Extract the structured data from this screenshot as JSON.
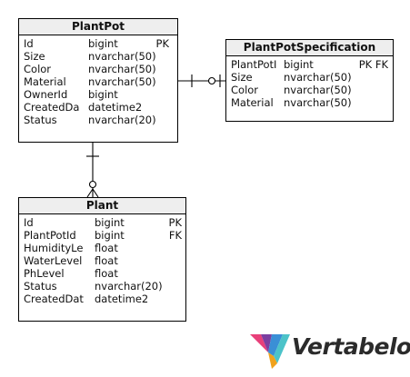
{
  "entities": {
    "plantpot": {
      "title": "PlantPot",
      "columns": [
        {
          "name": "Id",
          "type": "bigint",
          "key": "PK"
        },
        {
          "name": "Size",
          "type": "nvarchar(50)",
          "key": ""
        },
        {
          "name": "Color",
          "type": "nvarchar(50)",
          "key": ""
        },
        {
          "name": "Material",
          "type": "nvarchar(50)",
          "key": ""
        },
        {
          "name": "OwnerId",
          "type": "bigint",
          "key": ""
        },
        {
          "name": "CreatedDa",
          "type": "datetime2",
          "key": ""
        },
        {
          "name": "Status",
          "type": "nvarchar(20)",
          "key": ""
        }
      ]
    },
    "spec": {
      "title": "PlantPotSpecification",
      "columns": [
        {
          "name": "PlantPotI",
          "type": "bigint",
          "key": "PK FK"
        },
        {
          "name": "Size",
          "type": "nvarchar(50)",
          "key": ""
        },
        {
          "name": "Color",
          "type": "nvarchar(50)",
          "key": ""
        },
        {
          "name": "Material",
          "type": "nvarchar(50)",
          "key": ""
        }
      ]
    },
    "plant": {
      "title": "Plant",
      "columns": [
        {
          "name": "Id",
          "type": "bigint",
          "key": "PK"
        },
        {
          "name": "PlantPotId",
          "type": "bigint",
          "key": "FK"
        },
        {
          "name": "HumidityLe",
          "type": "float",
          "key": ""
        },
        {
          "name": "WaterLevel",
          "type": "float",
          "key": ""
        },
        {
          "name": "PhLevel",
          "type": "float",
          "key": ""
        },
        {
          "name": "Status",
          "type": "nvarchar(20)",
          "key": ""
        },
        {
          "name": "CreatedDat",
          "type": "datetime2",
          "key": ""
        }
      ]
    }
  },
  "relationships": [
    {
      "from": "PlantPot",
      "to": "PlantPotSpecification",
      "from_end": "one",
      "to_end": "zero-or-one"
    },
    {
      "from": "PlantPot",
      "to": "Plant",
      "from_end": "one",
      "to_end": "zero-or-many"
    }
  ],
  "logo": {
    "text": "Vertabelo",
    "colors": [
      "#e8407a",
      "#7b3fa0",
      "#3a8fd6",
      "#4cc3c9",
      "#f0a21c"
    ]
  }
}
